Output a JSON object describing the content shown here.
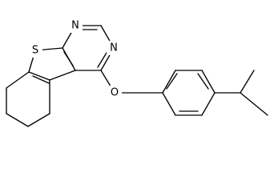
{
  "molecule": {
    "atoms": {
      "s1": "S",
      "n1": "N",
      "n2": "N",
      "o1": "O"
    }
  }
}
